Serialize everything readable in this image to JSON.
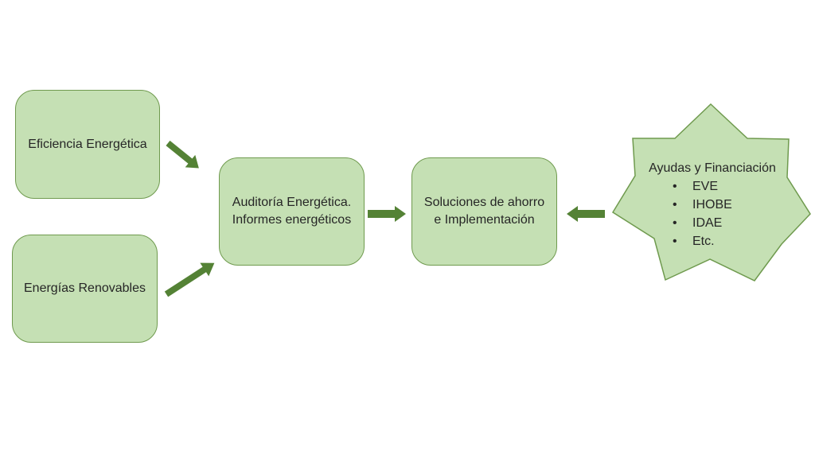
{
  "boxes": {
    "eficiencia": {
      "lines": [
        "Eficiencia Energética"
      ]
    },
    "renovables": {
      "lines": [
        "Energías Renovables"
      ]
    },
    "auditoria": {
      "lines": [
        "Auditoría Energética.",
        "Informes energéticos"
      ]
    },
    "soluciones": {
      "lines": [
        "Soluciones de ahorro",
        "e Implementación"
      ]
    }
  },
  "star": {
    "title": "Ayudas y Financiación",
    "items": [
      "EVE",
      "IHOBE",
      "IDAE",
      "Etc."
    ],
    "bullet": "•"
  },
  "colors": {
    "box_fill": "#c5e0b4",
    "box_border": "#6f9a4e",
    "arrow": "#548235",
    "text": "#262626"
  }
}
